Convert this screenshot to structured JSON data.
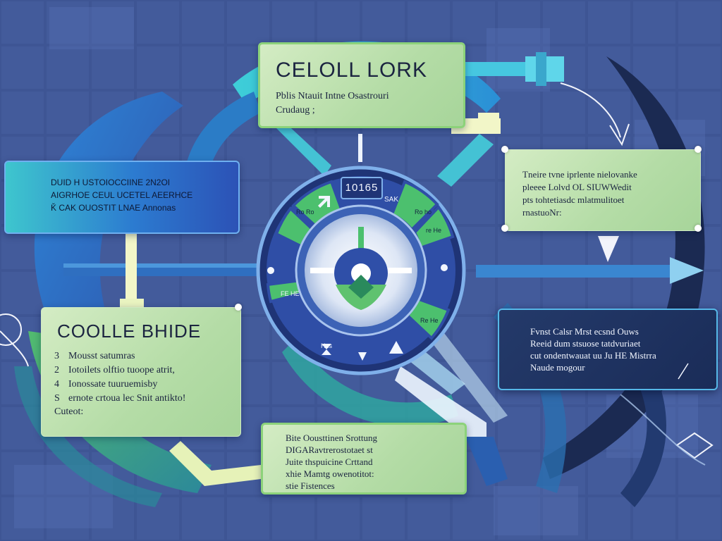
{
  "panels": {
    "top": {
      "title": "CELOLL LORK",
      "lines": [
        "Pblis Ntauit Intne Osastrouri",
        "Crudaug ;"
      ]
    },
    "left": {
      "lines": [
        "DUID H USTOIOCCIINE 2N2OI",
        "AIGRHOE CEUL UCETEL AEERHCE",
        "Ǩ CAK OUOSTIT LNAE Annonas"
      ]
    },
    "top_right": {
      "lines": [
        "Tneire tvne iprlente nielovanke",
        "pleeee Lolvd OL SIUWWedit",
        "pts tohtetiasdc mlatmulitoet",
        "rnastuoNr:"
      ]
    },
    "bottom_left": {
      "title": "COOLLE BHIDE",
      "items": [
        {
          "num": "3",
          "text": "Mousst satumras"
        },
        {
          "num": "2",
          "text": "Iotoilets olftio tuoope atrit,"
        },
        {
          "num": "4",
          "text": "Ionossate tuuruemisby"
        },
        {
          "num": "Ѕ",
          "text": "ernote crtoua lec Snit antikto!"
        }
      ],
      "footer": "Cuteot:"
    },
    "right": {
      "lines": [
        "Fvnst Calsr Mrst ecsnd Ouws",
        "Reeid dum stsuose tatdvuriaet",
        "cut ondentwauat uu Ju HE Mistrra",
        "Naude mogour"
      ]
    },
    "bottom": {
      "lines": [
        "Bite Oousttinen Srottung",
        "DIGARavtrerostotaet st",
        "Juite thspuicine Crttand",
        "xhie Mamtg owenotitot:",
        "stie Fistences"
      ]
    }
  },
  "wheel": {
    "label": "10165",
    "center_icon": "location-pin-icon",
    "segment_labels": [
      "SAK",
      "Ro ho",
      "re He",
      "FE HE",
      "Re He",
      "Ro Ro",
      "Hus"
    ],
    "marker_icons": [
      "arrow-up-right-icon",
      "dot-icon",
      "dot-icon",
      "alert-icon",
      "ship-icon",
      "hourglass-icon"
    ],
    "colors": {
      "ring": "#2f4ea6",
      "segment": "#4cc06e",
      "inner": "#d7e1f3",
      "pin_blue": "#2f4fa8",
      "pin_green": "#5fc26f"
    }
  },
  "colors": {
    "background": "#3f5796",
    "panel_green": "#c6e6b6",
    "panel_blue": "#2c7bd0",
    "panel_navy": "#1f3363",
    "accent_cyan": "#3bbfd8",
    "accent_green": "#8cd27a",
    "arc_dark": "#1b2a52"
  }
}
